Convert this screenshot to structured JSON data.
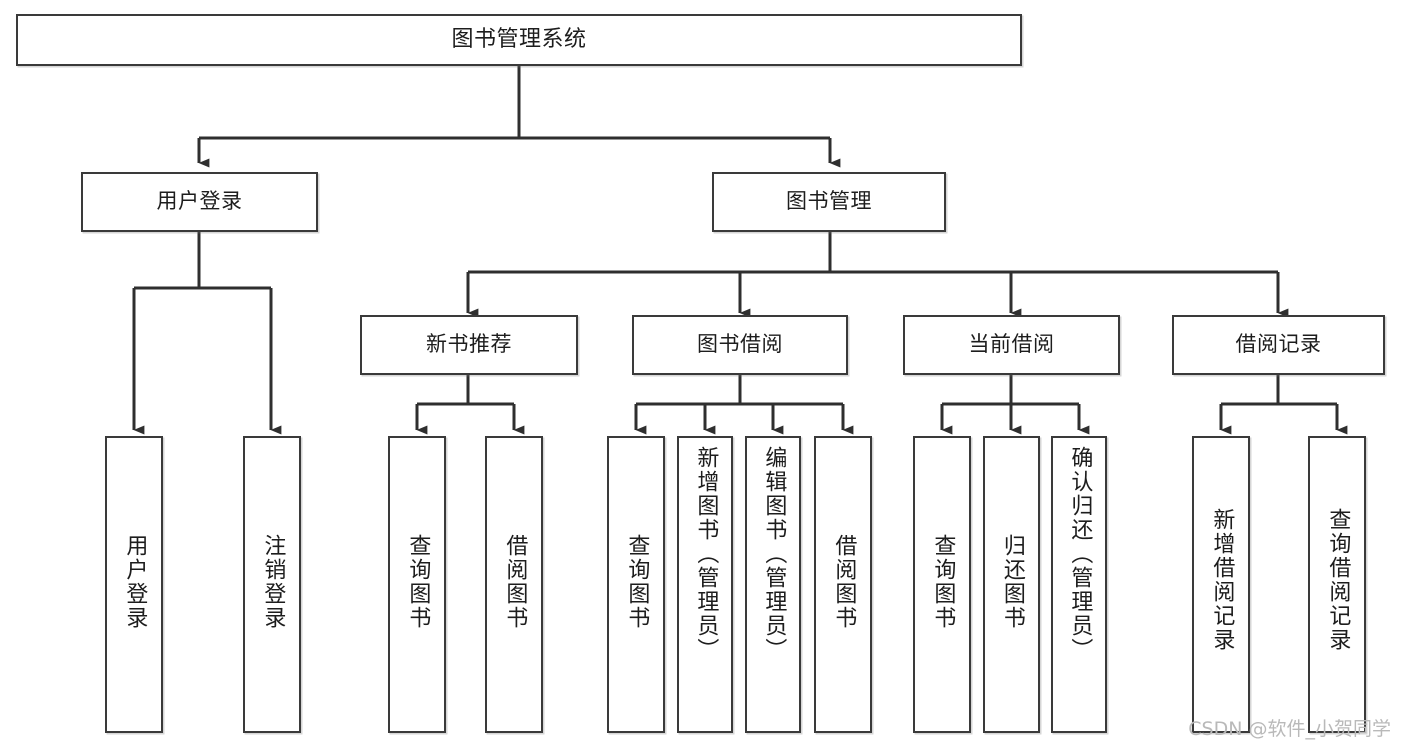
{
  "diagram": {
    "title": "图书管理系统",
    "type": "tree-hierarchy-chart",
    "colors": {
      "box_border": "#3a3a3a",
      "box_fill": "#ffffff",
      "connector": "#2f2f2f",
      "text": "#1d1d1d",
      "watermark": "#b9b9b9",
      "background": "#ffffff"
    },
    "nodes": {
      "root": {
        "label": "图书管理系统"
      },
      "level1": [
        {
          "label": "用户登录"
        },
        {
          "label": "图书管理"
        }
      ],
      "level2": [
        {
          "label": "新书推荐"
        },
        {
          "label": "图书借阅"
        },
        {
          "label": "当前借阅"
        },
        {
          "label": "借阅记录"
        }
      ],
      "leaves": {
        "user_login": [
          {
            "label": "用户登录"
          },
          {
            "label": "注销登录"
          }
        ],
        "new_book": [
          {
            "label": "查询图书"
          },
          {
            "label": "借阅图书"
          }
        ],
        "borrow_book": [
          {
            "label": "查询图书"
          },
          {
            "label": "新增图书（管理员）"
          },
          {
            "label": "编辑图书（管理员）"
          },
          {
            "label": "借阅图书"
          }
        ],
        "current_borrow": [
          {
            "label": "查询图书"
          },
          {
            "label": "归还图书"
          },
          {
            "label": "确认归还（管理员）"
          }
        ],
        "borrow_record": [
          {
            "label": "新增借阅记录"
          },
          {
            "label": "查询借阅记录"
          }
        ]
      }
    },
    "watermark": "CSDN @软件_小贺同学"
  }
}
